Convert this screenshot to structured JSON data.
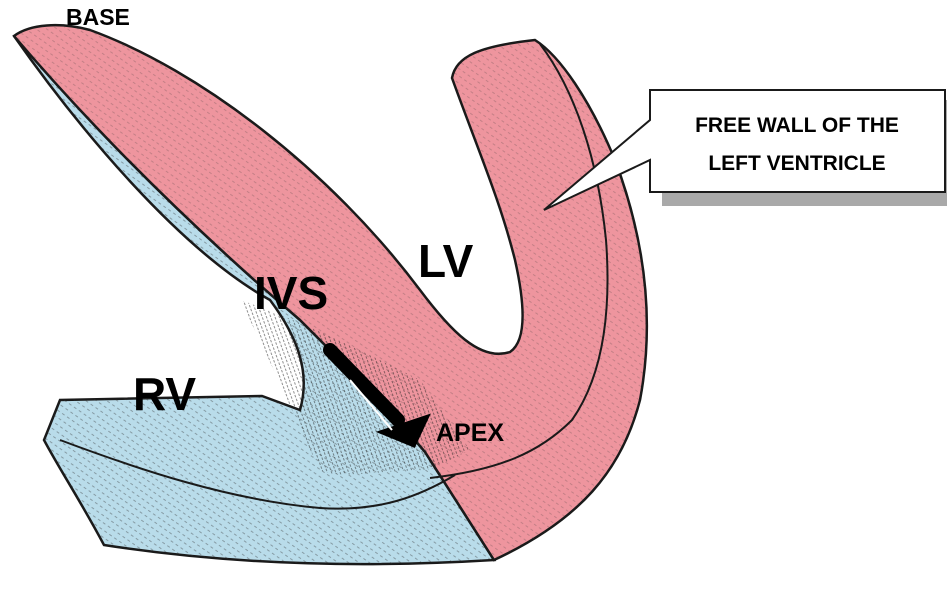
{
  "labels": {
    "base": "BASE",
    "lv": "LV",
    "ivs": "IVS",
    "rv": "RV",
    "apex": "APEX"
  },
  "callout": {
    "line1": "FREE WALL OF THE",
    "line2": "LEFT VENTRICLE"
  },
  "colors": {
    "lv_myocardium": "#ee959e",
    "rv_myocardium": "#b9dcea",
    "outline": "#1a1a1a",
    "callout_shadow": "#a9a9a9",
    "background": "#ffffff"
  }
}
